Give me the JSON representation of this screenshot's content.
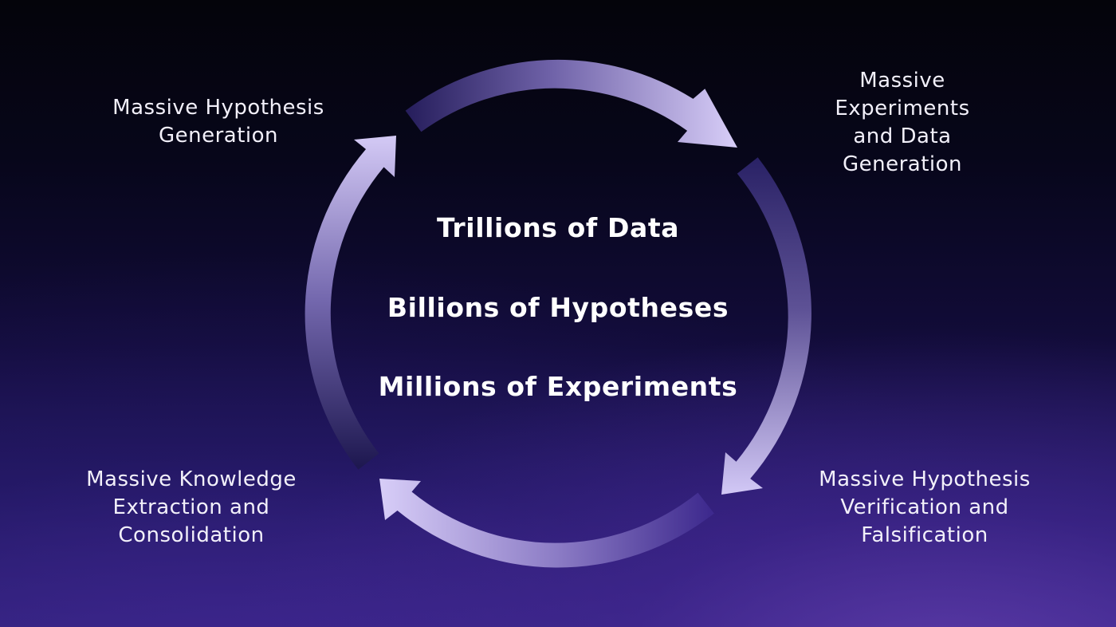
{
  "diagram": {
    "type": "cycle",
    "stages": [
      {
        "id": "hypothesis-generation",
        "label_lines": [
          "Massive Hypothesis",
          "Generation"
        ]
      },
      {
        "id": "experiments-data-generation",
        "label_lines": [
          "Massive",
          "Experiments",
          "and Data",
          "Generation"
        ]
      },
      {
        "id": "hypothesis-verification",
        "label_lines": [
          "Massive Hypothesis",
          "Verification and",
          "Falsification"
        ]
      },
      {
        "id": "knowledge-extraction",
        "label_lines": [
          "Massive Knowledge",
          "Extraction and",
          "Consolidation"
        ]
      }
    ],
    "center_lines": [
      "Trillions of Data",
      "Billions of Hypotheses",
      "Millions of Experiments"
    ],
    "flow_direction": "clockwise"
  },
  "colors": {
    "arrow_light": "#d6ccf7",
    "arrow_dark": "#2a2060",
    "background_top": "#04040a",
    "background_bottom": "#4a35a0",
    "text": "#ffffff"
  }
}
